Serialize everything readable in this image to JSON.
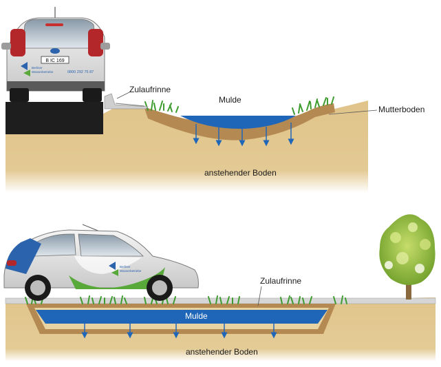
{
  "top_scene": {
    "label_inlet": "Zulaufrinne",
    "label_swale": "Mulde",
    "label_topsoil": "Mutterboden",
    "label_native_soil": "anstehender Boden",
    "car_plate": "B IC 169",
    "car_phone": "0800 292 75 87",
    "car_logo_text_1": "Berliner",
    "car_logo_text_2": "Wasserbetriebe"
  },
  "bottom_scene": {
    "label_inlet": "Zulaufrinne",
    "label_swale": "Mulde",
    "label_native_soil": "anstehender Boden",
    "car_logo_text_1": "Berliner",
    "car_logo_text_2": "Wasserbetriebe"
  },
  "colors": {
    "soil": "#e0c48a",
    "topsoil": "#b58a52",
    "water": "#1f66b8",
    "grass": "#3e9c2e",
    "asphalt": "#1e1e1e",
    "curb": "#cfcfcf",
    "brand_blue": "#2c63ad",
    "brand_green": "#58a83a"
  }
}
